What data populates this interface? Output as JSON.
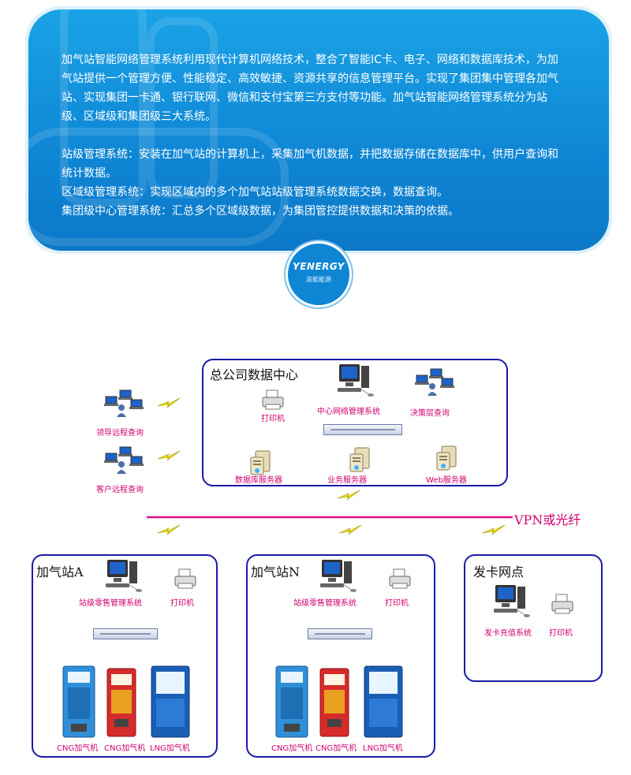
{
  "intro": {
    "p1": "加气站智能网络管理系统利用现代计算机网络技术，整合了智能IC卡、电子、网络和数据库技术，为加气站提供一个管理方便、性能稳定、高效敏捷、资源共享的信息管理平台。实现了集团集中管理各加气站、实现集团一卡通、银行联网、微信和支付宝第三方支付等功能。加气站智能网络管理系统分为站级、区域级和集团级三大系统。",
    "p2": "站级管理系统：安装在加气站的计算机上，采集加气机数据，并把数据存储在数据库中，供用户查询和统计数据。",
    "p3": "区域级管理系统：实现区域内的多个加气站站级管理系统数据交换，数据查询。",
    "p4": "集团级中心管理系统：汇总多个区域级数据，为集团管控提供数据和决策的依据。"
  },
  "logo": {
    "wordmark": "YENERGY",
    "cn": "渝能能源"
  },
  "colors": {
    "banner": "#0f86d4",
    "line": "#e0107f",
    "box_border": "#1a1aa8",
    "label": "#d0006f"
  },
  "hq": {
    "title": "总公司数据中心",
    "printer": "打印机",
    "central": "中心网络管理系统",
    "decision": "决策层查询",
    "db_server": "数据库服务器",
    "biz_server": "业务服务器",
    "web_server": "Web服务器"
  },
  "remote": {
    "leader": "领导远程查询",
    "customer": "客户远程查询"
  },
  "vpn": "VPN或光纤",
  "station_a": {
    "title": "加气站A",
    "system": "站级零售管理系统",
    "printer": "打印机",
    "pumps": [
      "CNG加气机",
      "CNG加气机",
      "LNG加气机"
    ]
  },
  "station_n": {
    "title": "加气站N",
    "system": "站级零售管理系统",
    "printer": "打印机",
    "pumps": [
      "CNG加气机",
      "CNG加气机",
      "LNG加气机"
    ]
  },
  "card": {
    "title": "发卡网点",
    "system": "发卡充值系统",
    "printer": "打印机"
  }
}
